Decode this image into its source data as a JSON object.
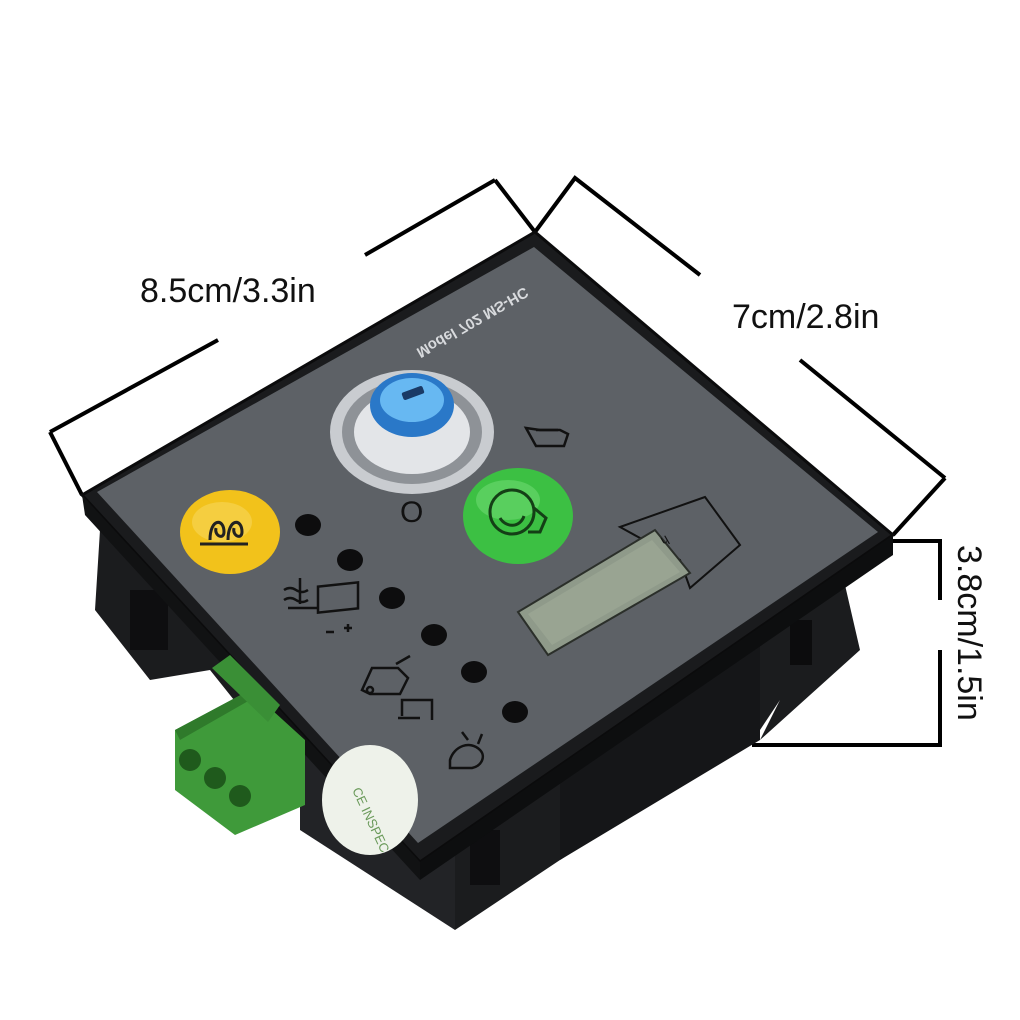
{
  "dimensions": {
    "width_label": "8.5cm/3.3in",
    "depth_label": "7cm/2.8in",
    "height_label": "3.8cm/1.5in"
  },
  "panel": {
    "model_text": "Model 702 MS-HC",
    "key_position_label": "O",
    "sticker_text": "CE INSPEC"
  },
  "colors": {
    "body": "#1e1f21",
    "faceplate": "#5d6166",
    "yellow_button": "#f2c21b",
    "green_button": "#3cc043",
    "lcd": "#8f9a8a",
    "terminal": "#3f9a3a"
  },
  "icons": {
    "yellow_button": "preheat-coil-icon",
    "green_button": "engine-start-icon",
    "key_manual": "manual-hand-icon",
    "indicators": [
      "coolant-temp-icon",
      "battery-icon",
      "oil-pressure-icon",
      "fuel-icon",
      "overspeed-icon"
    ]
  }
}
